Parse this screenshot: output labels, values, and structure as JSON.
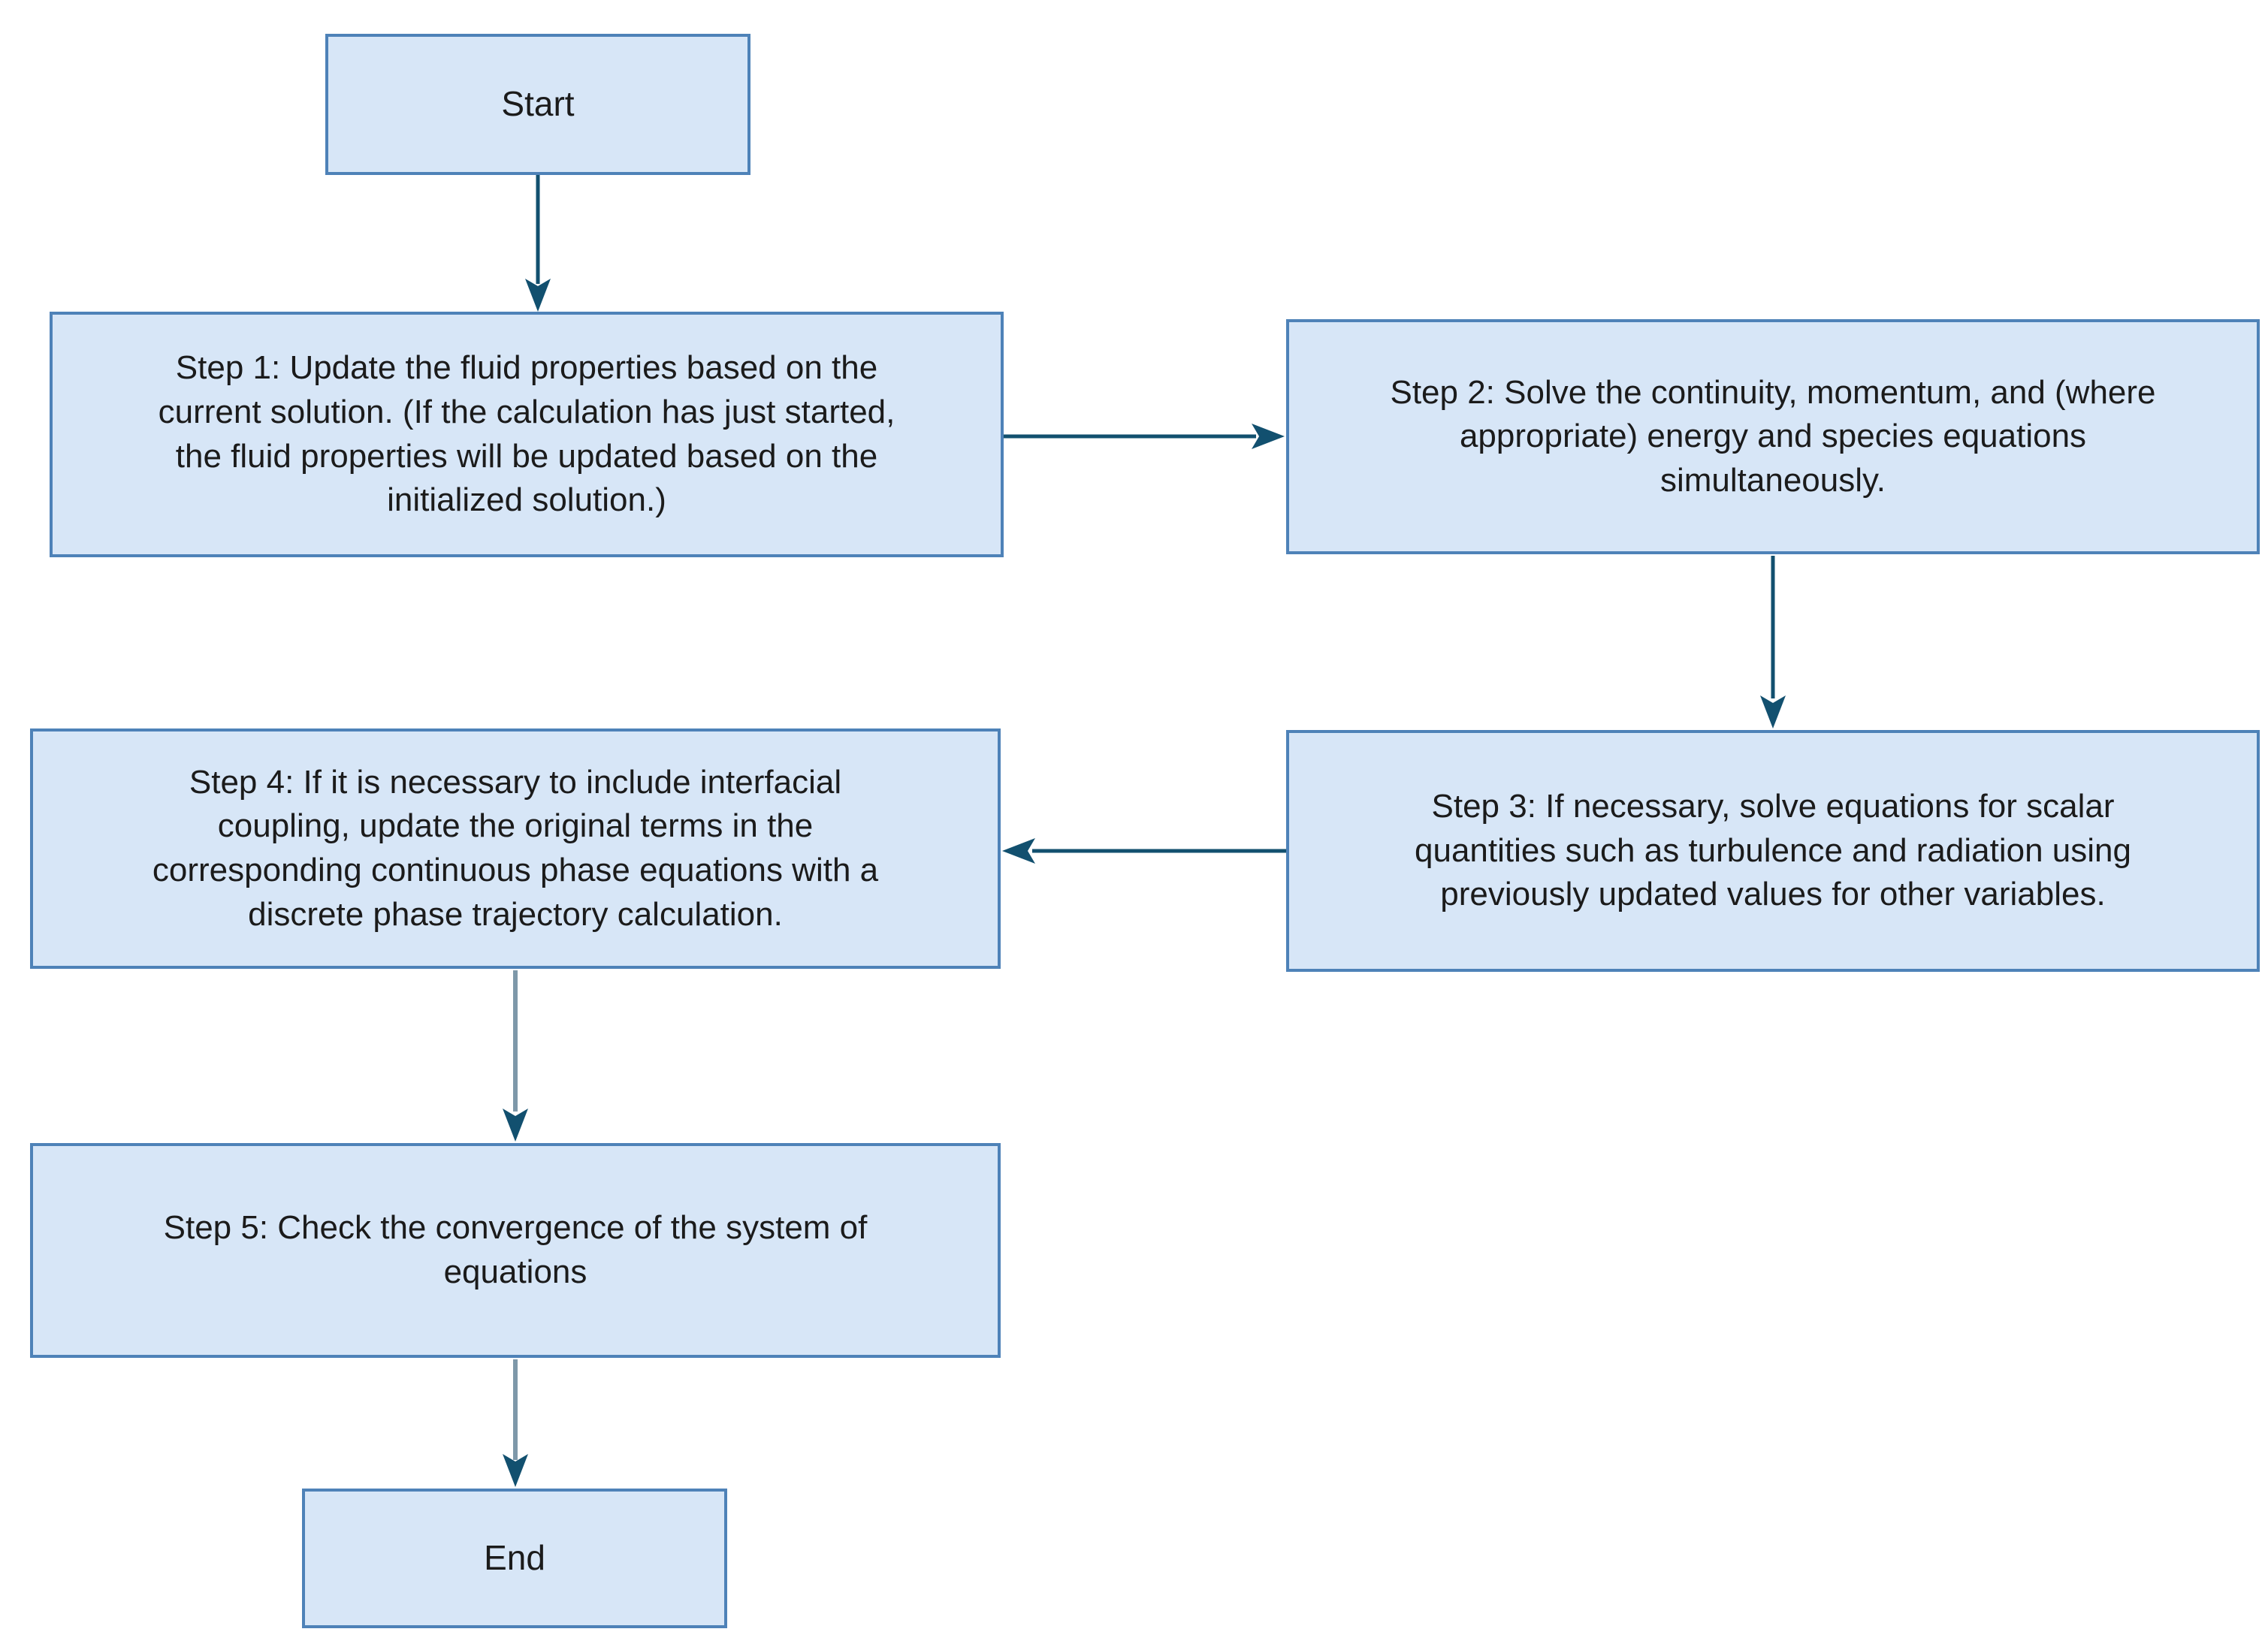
{
  "diagram_type": "flowchart",
  "colors": {
    "background": "#ffffff",
    "node_fill": "#d7e6f7",
    "node_border": "#4e82b8",
    "text": "#1b1b1b",
    "arrow_dark": "#12506f",
    "arrow_light_stem": "#7e98a9"
  },
  "nodes": {
    "start": {
      "lines": [
        "Start"
      ]
    },
    "step1": {
      "lines": [
        "Step 1: Update the fluid properties based on the",
        "current solution. (If the calculation has just started,",
        "the fluid properties will be updated based on the",
        "initialized solution.)"
      ]
    },
    "step2": {
      "lines": [
        "Step 2: Solve the continuity, momentum, and (where",
        "appropriate) energy and species equations",
        "simultaneously."
      ]
    },
    "step3": {
      "lines": [
        "Step 3: If necessary, solve equations for scalar",
        "quantities such as turbulence and radiation using",
        "previously updated values for other variables."
      ]
    },
    "step4": {
      "lines": [
        "Step 4: If it is necessary to include interfacial",
        "coupling, update the original terms in the",
        "corresponding continuous phase equations with a",
        "discrete phase trajectory calculation."
      ]
    },
    "step5": {
      "lines": [
        "Step 5: Check the convergence of the system of",
        "equations"
      ]
    },
    "end": {
      "lines": [
        "End"
      ]
    }
  },
  "edges": [
    {
      "from": "start",
      "to": "step1",
      "direction": "down",
      "style": "dark"
    },
    {
      "from": "step1",
      "to": "step2",
      "direction": "right",
      "style": "dark"
    },
    {
      "from": "step2",
      "to": "step3",
      "direction": "down",
      "style": "dark"
    },
    {
      "from": "step3",
      "to": "step4",
      "direction": "left",
      "style": "dark"
    },
    {
      "from": "step4",
      "to": "step5",
      "direction": "down",
      "style": "light-stem-dark-head"
    },
    {
      "from": "step5",
      "to": "end",
      "direction": "down",
      "style": "light-stem-dark-head"
    }
  ]
}
